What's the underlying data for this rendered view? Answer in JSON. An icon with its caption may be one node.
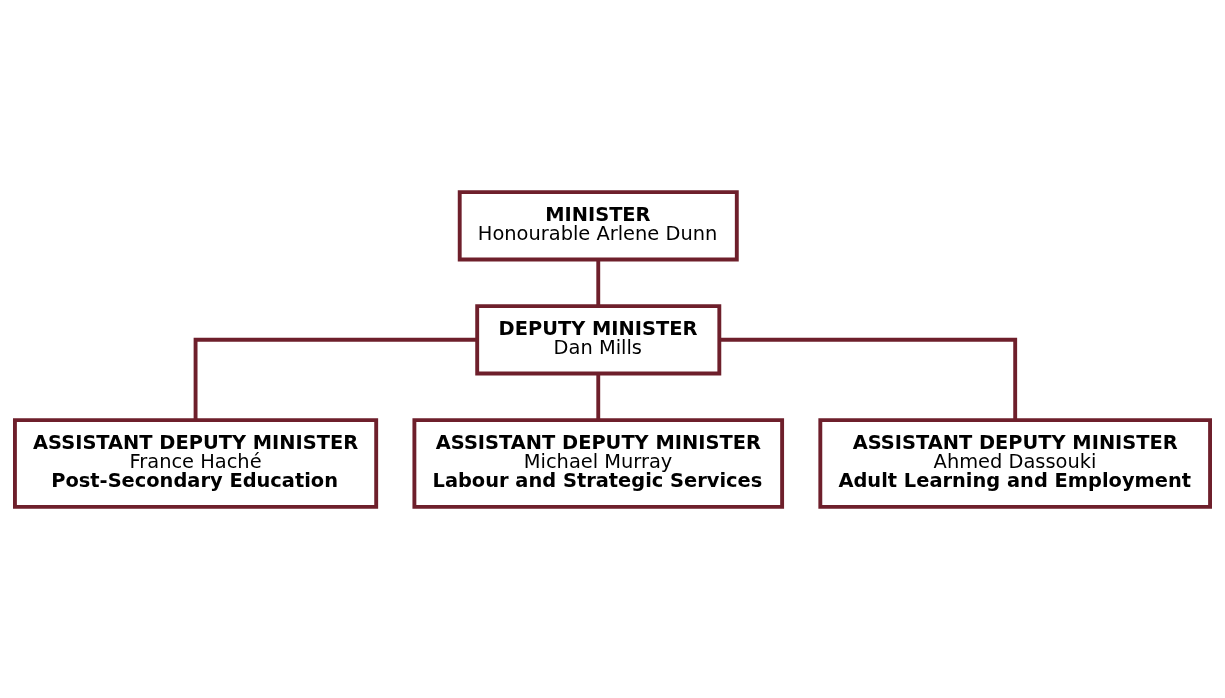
{
  "diagram": {
    "nodes": [
      {
        "text": [
          "MINISTER",
          "Honourable Arlene Dunn"
        ]
      },
      {
        "text": [
          "DEPUTY MINISTER",
          "Dan Mills"
        ]
      },
      {
        "text": [
          "ASSISTANT DEPUTY MINISTER",
          "France Haché",
          "Post-Secondary Education"
        ]
      },
      {
        "text": [
          "ASSISTANT DEPUTY MINISTER",
          "Michael Murray",
          "Labour and Strategic Services"
        ]
      },
      {
        "text": [
          "ASSISTANT DEPUTY MINISTER",
          "Ahmed Dassouki",
          "Adult Learning and Employment"
        ]
      }
    ],
    "edges": [
      {
        "from": 0,
        "to": 1,
        "arrow": "none"
      },
      {
        "from": 1,
        "to": 2,
        "arrow": "none"
      },
      {
        "from": 1,
        "to": 3,
        "arrow": "none"
      },
      {
        "from": 1,
        "to": 4,
        "arrow": "none"
      }
    ]
  }
}
